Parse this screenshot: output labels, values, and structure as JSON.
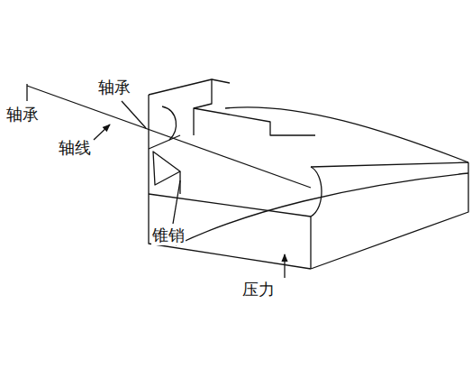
{
  "diagram": {
    "labels": [
      "轴承",
      "轴承",
      "轴线",
      "锥销",
      "压力"
    ]
  }
}
